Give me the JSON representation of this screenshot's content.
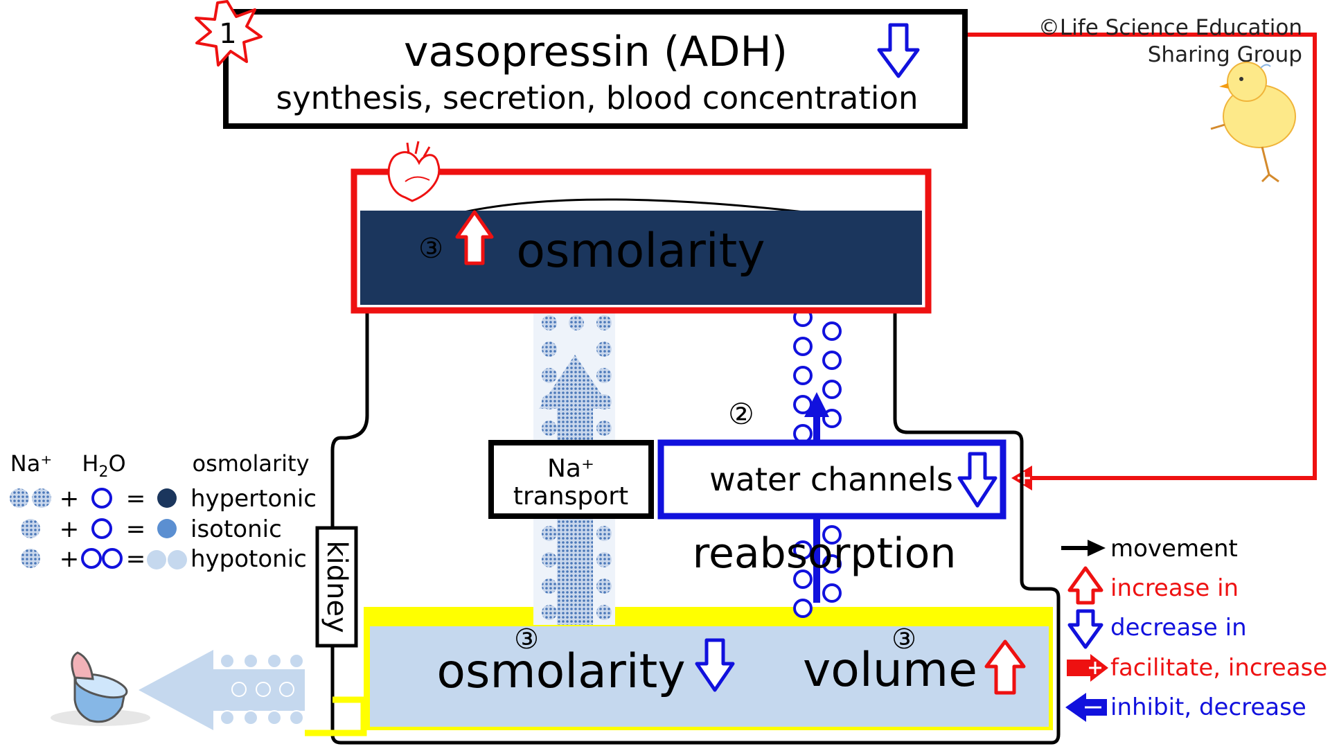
{
  "header": {
    "badge_number": "1",
    "title": "vasopressin (ADH)",
    "subtitle": "synthesis, secretion, blood concentration"
  },
  "copyright": {
    "line1": "©Life Science Education",
    "line2": "Sharing Group"
  },
  "blood": {
    "marker": "③",
    "label": "osmolarity"
  },
  "kidney": {
    "label": "kidney",
    "na_transport_line1": "Na⁺",
    "na_transport_line2": "transport",
    "water_channels": "water channels",
    "step_marker": "②",
    "reabsorption": "reabsorption"
  },
  "urine": {
    "marker_left": "③",
    "osmolarity_label": "osmolarity",
    "marker_right": "③",
    "volume_label": "volume"
  },
  "key": {
    "header_na": "Na⁺",
    "header_h2o_h": "H",
    "header_h2o_sub": "2",
    "header_h2o_o": "O",
    "header_osm": "osmolarity",
    "plus": "+",
    "equals": "=",
    "rows": [
      "hypertonic",
      "isotonic",
      "hypotonic"
    ]
  },
  "legend": {
    "movement": "movement",
    "increase": "increase in",
    "decrease": "decrease in",
    "facilitate": "facilitate, increase",
    "inhibit": "inhibit, decrease"
  },
  "colors": {
    "red": "#ee1111",
    "blue": "#1111dd",
    "navy": "#1b365d",
    "light_blue": "#c5d8ee",
    "yellow": "#ffff00",
    "dot_blue": "#7fa3d3"
  },
  "icons": [
    "burst-icon",
    "heart-icon",
    "chick-icon",
    "toilet-icon"
  ]
}
